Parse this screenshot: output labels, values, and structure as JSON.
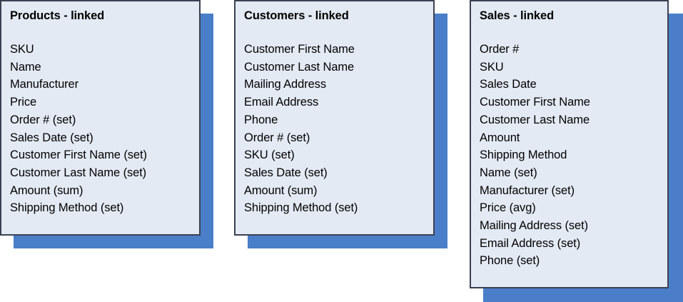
{
  "diagram": {
    "type": "entity-field-boxes",
    "background_color": "#ffffff",
    "card_fill_color": "#e4eaf4",
    "card_border_color": "#3b4151",
    "card_shadow_color": "#4a7ec8",
    "text_color": "#000000",
    "cards": [
      {
        "id": "products",
        "title": "Products - linked",
        "fields": [
          "SKU",
          "Name",
          "Manufacturer",
          "Price",
          "Order # (set)",
          "Sales Date (set)",
          "Customer First Name (set)",
          "Customer Last Name (set)",
          "Amount (sum)",
          "Shipping Method (set)"
        ]
      },
      {
        "id": "customers",
        "title": "Customers - linked",
        "fields": [
          "Customer First Name",
          "Customer Last Name",
          "Mailing Address",
          "Email Address",
          "Phone",
          "Order # (set)",
          "SKU (set)",
          "Sales Date (set)",
          "Amount (sum)",
          "Shipping Method (set)"
        ]
      },
      {
        "id": "sales",
        "title": "Sales - linked",
        "fields": [
          "Order #",
          "SKU",
          "Sales Date",
          "Customer First Name",
          "Customer Last Name",
          "Amount",
          "Shipping Method",
          "Name (set)",
          "Manufacturer (set)",
          "Price (avg)",
          "Mailing Address (set)",
          "Email Address (set)",
          "Phone (set)"
        ]
      }
    ]
  }
}
